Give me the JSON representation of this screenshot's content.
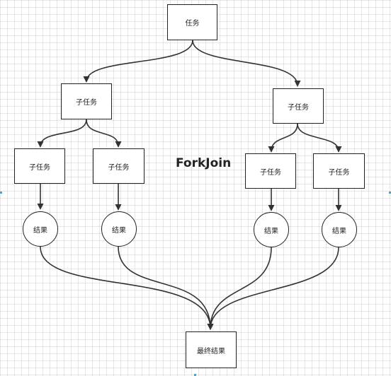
{
  "diagram": {
    "title": "ForkJoin",
    "root": {
      "label": "任务"
    },
    "subtasks_level1": [
      {
        "label": "子任务"
      },
      {
        "label": "子任务"
      }
    ],
    "subtasks_level2": [
      {
        "label": "子任务"
      },
      {
        "label": "子任务"
      },
      {
        "label": "子任务"
      },
      {
        "label": "子任务"
      }
    ],
    "results": [
      {
        "label": "结果"
      },
      {
        "label": "结果"
      },
      {
        "label": "结果"
      },
      {
        "label": "结果"
      }
    ],
    "final": {
      "label": "最终结果"
    },
    "colors": {
      "stroke": "#333333",
      "grid": "#e6e6e6",
      "node_fill": "#ffffff"
    }
  }
}
